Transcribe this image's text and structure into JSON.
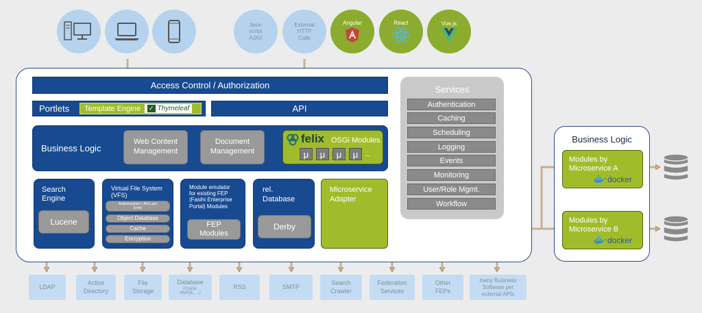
{
  "clients": {
    "javascript_ajax": "Java-\nscript\nAJAX",
    "external_http_calls": "External\nHTTP\nCalls",
    "angular": "Angular",
    "react": "React",
    "vuejs": "Vue.js"
  },
  "main": {
    "access_control": "Access Control / Authorization",
    "portlets": "Portlets",
    "template_engine": "Template Engine",
    "thymeleaf": "Thymeleaf",
    "api": "API",
    "business_logic": "Business Logic",
    "web_content_management": "Web Content\nManagement",
    "document_management": "Document\nManagement",
    "felix": "felix",
    "osgi_modules": "OSGi Modules",
    "mu_symbol": "μ",
    "ellipsis": "...",
    "search_engine": "Search\nEngine",
    "lucene": "Lucene",
    "vfs_title": "Virtual File System\n(VFS)",
    "vfs_items": [
      "Authorization / ACL per\nEntry",
      "Object Database",
      "Cache",
      "Encryption"
    ],
    "module_emulator": "Module emulator\nfor existing FEP\n(Fasihi Enterprise\nPortal) Modules",
    "fep_modules": "FEP\nModules",
    "rel_database": "rel.\nDatabase",
    "derby": "Derby",
    "microservice_adapter": "Microservice\nAdapter"
  },
  "services": {
    "title": "Services",
    "items": [
      "Authentication",
      "Caching",
      "Scheduling",
      "Logging",
      "Events",
      "Monitoring",
      "User/Role Mgmt.",
      "Workflow"
    ]
  },
  "right": {
    "title": "Business Logic",
    "module_a": "Modules by\nMicroservice A",
    "module_b": "Modules by\nMicroservice B",
    "docker": "docker"
  },
  "bottom": [
    "LDAP",
    "Active\nDirectory",
    "File\nStorage",
    "Database",
    "(Oracle,\nMySQL, ...)",
    "RSS",
    "SMTP",
    "Search\nCrawler",
    "Federation\nServices",
    "Other\nFEPs",
    "many Buisness\nSoftware per\nexternal APIs"
  ],
  "colors": {
    "accent_blue": "#174a91",
    "client_blue": "#b5d3ee",
    "green": "#a1bc2b",
    "gray": "#999999",
    "arrow": "#c8b090"
  }
}
